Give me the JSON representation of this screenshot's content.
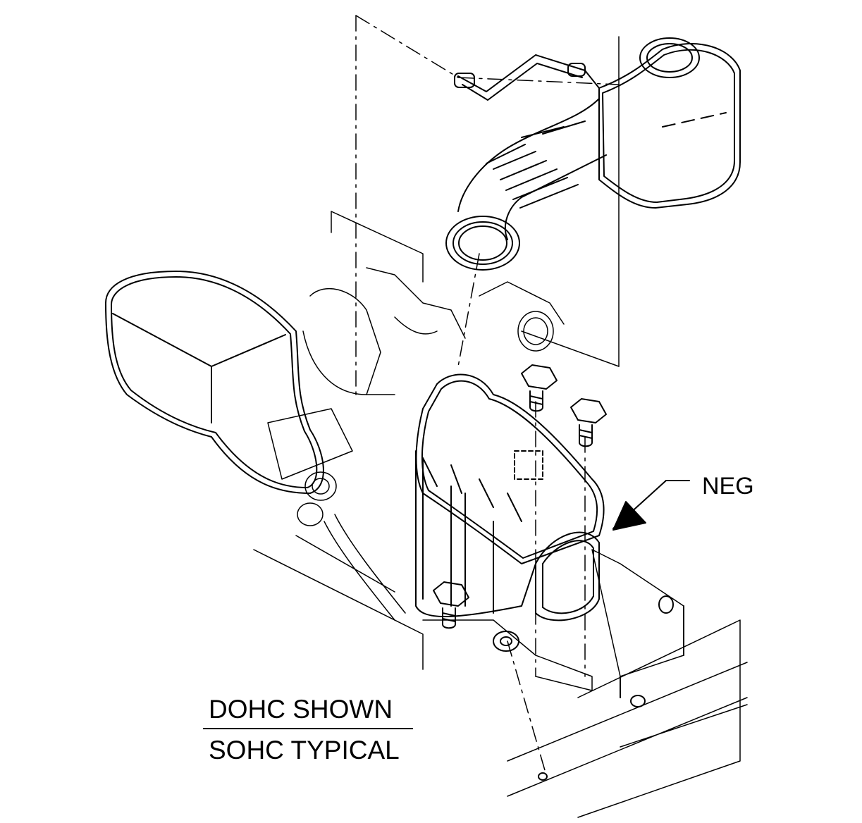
{
  "labels": {
    "neg": "NEG",
    "caption_shown": "DOHC SHOWN",
    "caption_typical": "SOHC TYPICAL"
  },
  "colors": {
    "line": "#000000",
    "background": "#ffffff"
  }
}
